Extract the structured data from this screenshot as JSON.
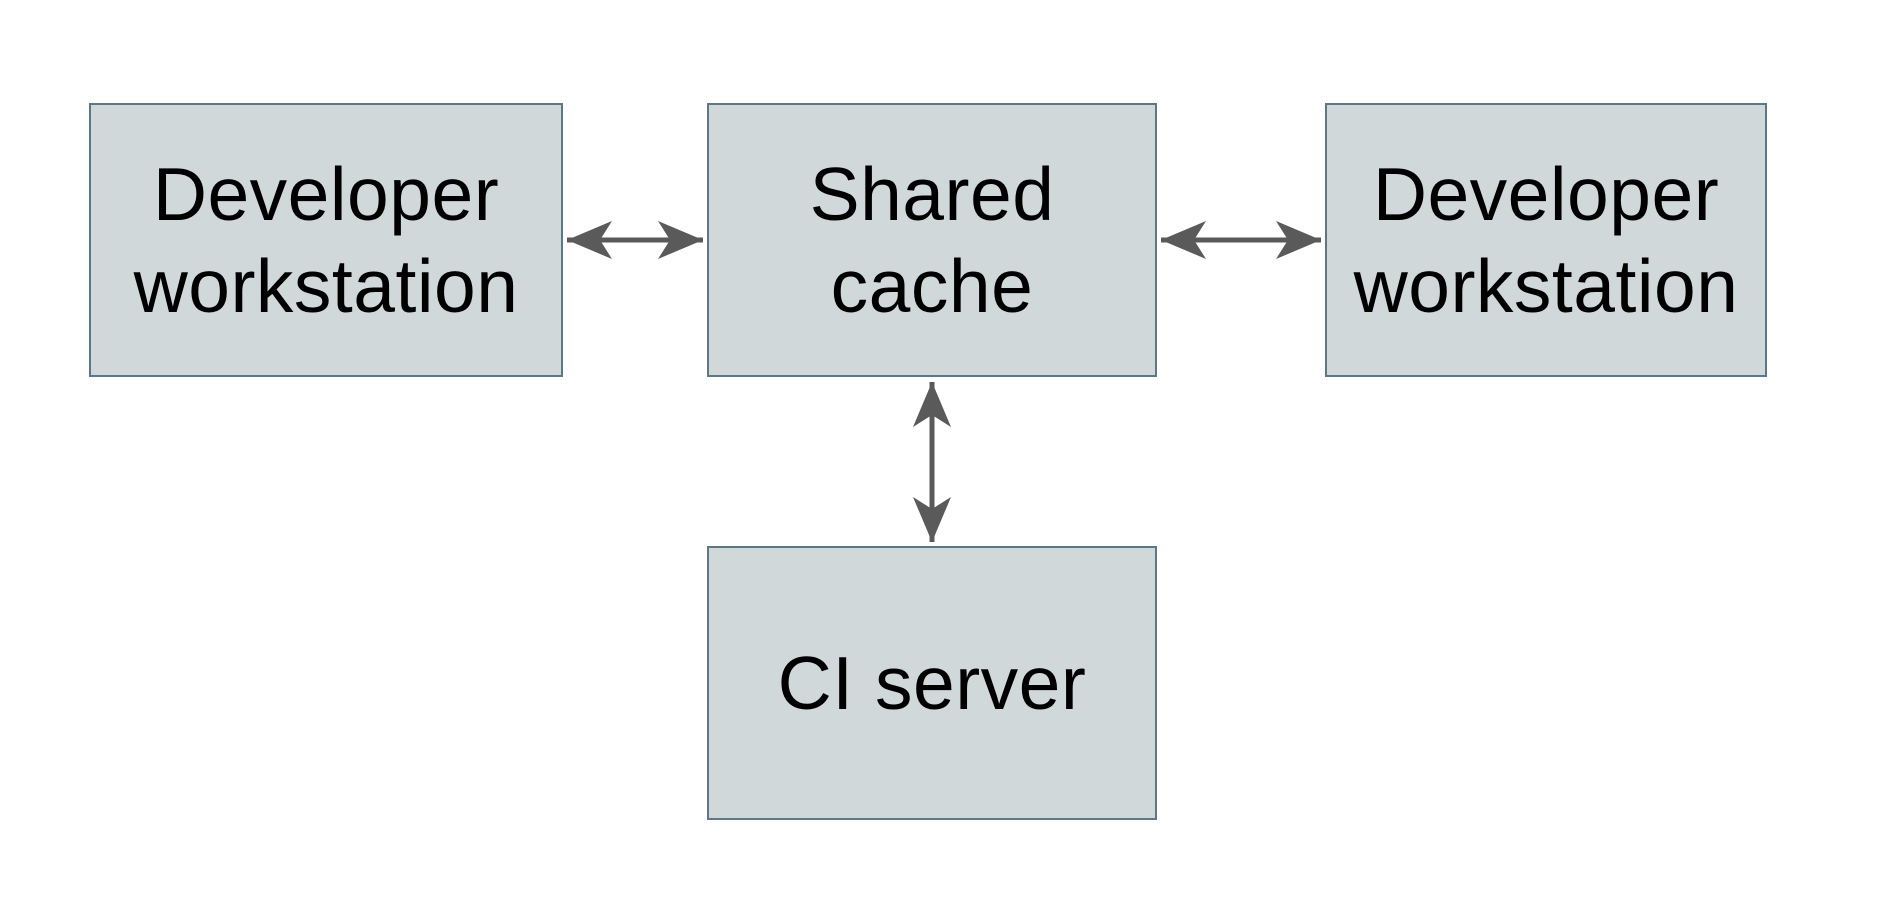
{
  "diagram": {
    "type": "architecture-diagram",
    "nodes": [
      {
        "id": "developer-workstation-left",
        "label": "Developer\nworkstation"
      },
      {
        "id": "shared-cache",
        "label": "Shared\ncache"
      },
      {
        "id": "developer-workstation-right",
        "label": "Developer\nworkstation"
      },
      {
        "id": "ci-server",
        "label": "CI server"
      }
    ],
    "edges": [
      {
        "from": "developer-workstation-left",
        "to": "shared-cache",
        "style": "double-headed-arrow"
      },
      {
        "from": "developer-workstation-right",
        "to": "shared-cache",
        "style": "double-headed-arrow"
      },
      {
        "from": "ci-server",
        "to": "shared-cache",
        "style": "double-headed-arrow"
      }
    ],
    "colors": {
      "node_fill": "#d1d8da",
      "node_border": "#5c7785",
      "arrow": "#5a5a5a",
      "text": "#000000",
      "background": "#ffffff"
    }
  }
}
